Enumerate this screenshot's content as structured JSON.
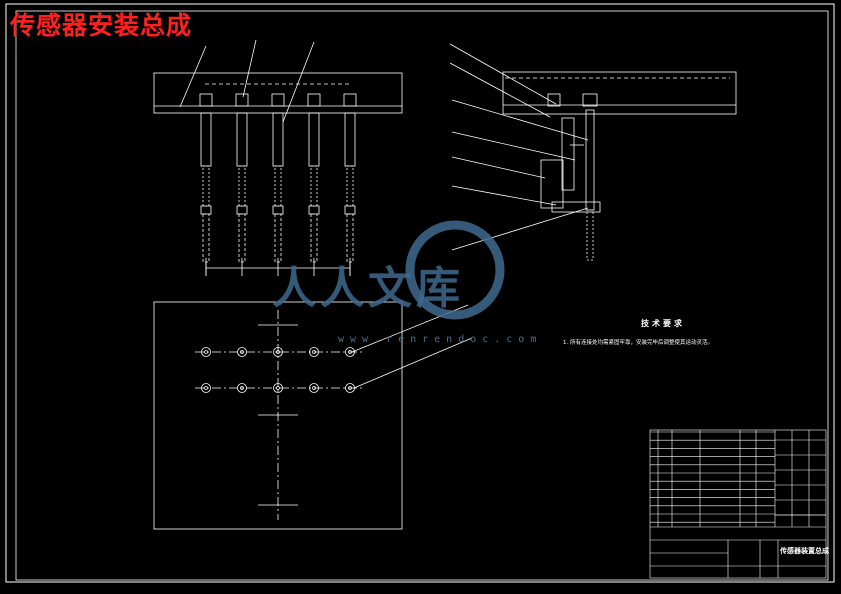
{
  "drawing": {
    "title": "传感器安装总成",
    "technical_requirements": {
      "heading": "技术要求",
      "note": "1. 所有连接处均需紧固牢靠，安装完毕后调整使其运动灵活。"
    },
    "titleblock": {
      "name": "传感器装置总成"
    }
  },
  "watermark": {
    "brand": "人人文库",
    "url": "www.renrendoc.com"
  },
  "colors": {
    "background": "#000000",
    "lines": "#ffffff",
    "title": "#ff2020",
    "watermark": "#3f6a8f"
  }
}
